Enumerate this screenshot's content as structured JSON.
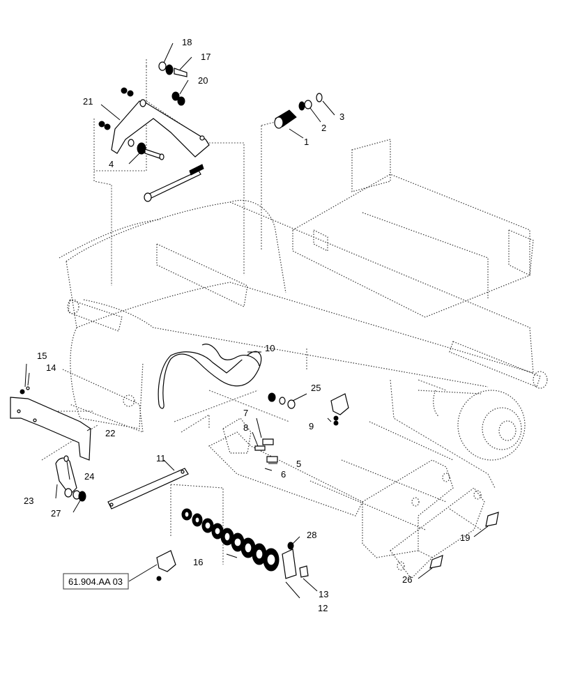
{
  "callouts": [
    "1",
    "2",
    "3",
    "4",
    "5",
    "6",
    "7",
    "8",
    "9",
    "10",
    "11",
    "12",
    "13",
    "14",
    "15",
    "16",
    "17",
    "18",
    "19",
    "20",
    "21",
    "22",
    "23",
    "24",
    "25",
    "26",
    "27",
    "28"
  ],
  "reference_box": "61.904.AA 03"
}
